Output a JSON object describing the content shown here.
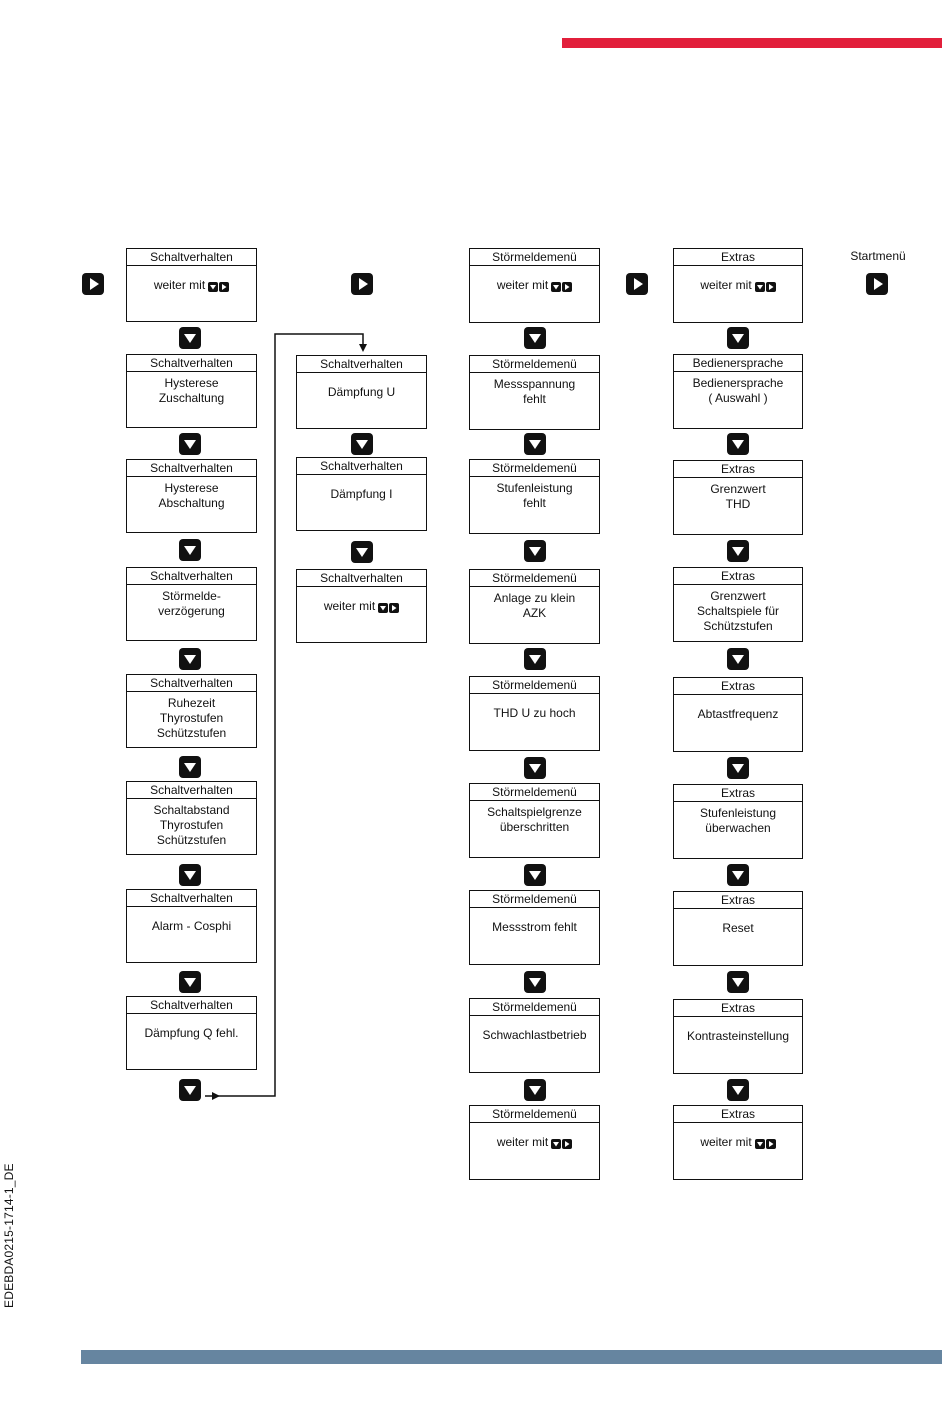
{
  "doc_id": "EDEBDA0215-1714-1_DE",
  "start_label": "Startmenü",
  "nav_keys_icon": "down-right-key-icons",
  "colors": {
    "accent_red": "#e21f3b",
    "footer_blue": "#6685a0"
  },
  "col1": [
    {
      "title": "Schaltverhalten",
      "lines": [
        "weiter mit"
      ],
      "keys": true
    },
    {
      "title": "Schaltverhalten",
      "lines": [
        "Hysterese",
        "Zuschaltung"
      ]
    },
    {
      "title": "Schaltverhalten",
      "lines": [
        "Hysterese",
        "Abschaltung"
      ]
    },
    {
      "title": "Schaltverhalten",
      "lines": [
        "Störmelde-",
        "verzögerung"
      ]
    },
    {
      "title": "Schaltverhalten",
      "lines": [
        "Ruhezeit",
        "Thyrostufen",
        "Schützstufen"
      ]
    },
    {
      "title": "Schaltverhalten",
      "lines": [
        "Schaltabstand",
        "Thyrostufen",
        "Schützstufen"
      ]
    },
    {
      "title": "Schaltverhalten",
      "lines": [
        "Alarm - Cosphi"
      ]
    },
    {
      "title": "Schaltverhalten",
      "lines": [
        "Dämpfung Q fehl."
      ]
    }
  ],
  "col2": [
    {
      "title": "Schaltverhalten",
      "lines": [
        "Dämpfung U"
      ]
    },
    {
      "title": "Schaltverhalten",
      "lines": [
        "Dämpfung I"
      ]
    },
    {
      "title": "Schaltverhalten",
      "lines": [
        "weiter mit"
      ],
      "keys": true
    }
  ],
  "col3": [
    {
      "title": "Störmeldemenü",
      "lines": [
        "weiter mit"
      ],
      "keys": true
    },
    {
      "title": "Störmeldemenü",
      "lines": [
        "Messspannung",
        "fehlt"
      ]
    },
    {
      "title": "Störmeldemenü",
      "lines": [
        "Stufenleistung",
        "fehlt"
      ]
    },
    {
      "title": "Störmeldemenü",
      "lines": [
        "Anlage zu klein",
        "AZK"
      ]
    },
    {
      "title": "Störmeldemenü",
      "lines": [
        "THD U zu hoch"
      ]
    },
    {
      "title": "Störmeldemenü",
      "lines": [
        "Schaltspielgrenze",
        "überschritten"
      ]
    },
    {
      "title": "Störmeldemenü",
      "lines": [
        "Messstrom fehlt"
      ]
    },
    {
      "title": "Störmeldemenü",
      "lines": [
        "Schwachlastbetrieb"
      ]
    },
    {
      "title": "Störmeldemenü",
      "lines": [
        "weiter mit"
      ],
      "keys": true
    }
  ],
  "col4": [
    {
      "title": "Extras",
      "lines": [
        "weiter mit"
      ],
      "keys": true
    },
    {
      "title": "Bedienersprache",
      "lines": [
        "Bedienersprache",
        "( Auswahl )"
      ]
    },
    {
      "title": "Extras",
      "lines": [
        "Grenzwert",
        "THD"
      ]
    },
    {
      "title": "Extras",
      "lines": [
        "Grenzwert",
        "Schaltspiele für",
        "Schützstufen"
      ]
    },
    {
      "title": "Extras",
      "lines": [
        "Abtastfrequenz"
      ]
    },
    {
      "title": "Extras",
      "lines": [
        "Stufenleistung",
        "überwachen"
      ]
    },
    {
      "title": "Extras",
      "lines": [
        "Reset"
      ]
    },
    {
      "title": "Extras",
      "lines": [
        "Kontrasteinstellung"
      ]
    },
    {
      "title": "Extras",
      "lines": [
        "weiter mit"
      ],
      "keys": true
    }
  ]
}
